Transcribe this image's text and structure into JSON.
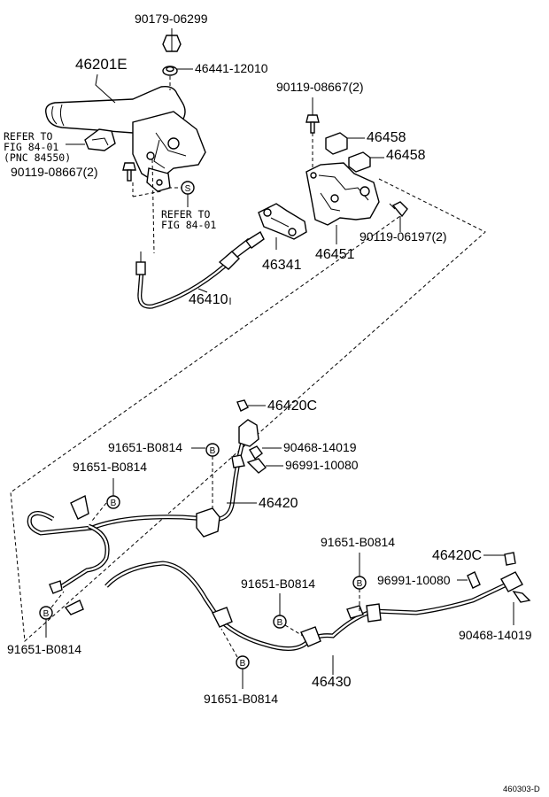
{
  "labels": {
    "p90179_06299": "90179-06299",
    "p46201E": "46201E",
    "p46441_12010": "46441-12010",
    "p90119_08667_top": "90119-08667(2)",
    "p46458_a": "46458",
    "p46458_b": "46458",
    "refer_to_1": "REFER TO",
    "fig_84_01_a": "FIG 84-01",
    "pnc_84550": "(PNC 84550)",
    "p90119_08667_left": "90119-08667(2)",
    "refer_to_2": "REFER TO",
    "fig_84_01_b": "FIG 84-01",
    "p90119_06197": "90119-06197(2)",
    "p46341": "46341",
    "p46451": "46451",
    "p46410": "46410",
    "p46420C_top": "46420C",
    "p91651_B0814_1": "91651-B0814",
    "p90468_14019_a": "90468-14019",
    "p91651_B0814_2": "91651-B0814",
    "p96991_10080_a": "96991-10080",
    "p46420": "46420",
    "p91651_B0814_3": "91651-B0814",
    "p46420C_right": "46420C",
    "p91651_B0814_4": "91651-B0814",
    "p96991_10080_b": "96991-10080",
    "p91651_B0814_5": "91651-B0814",
    "p90468_14019_b": "90468-14019",
    "p46430": "46430",
    "p91651_B0814_6": "91651-B0814",
    "code": "460303-D"
  },
  "markers": {
    "s": "S",
    "b": "B"
  }
}
